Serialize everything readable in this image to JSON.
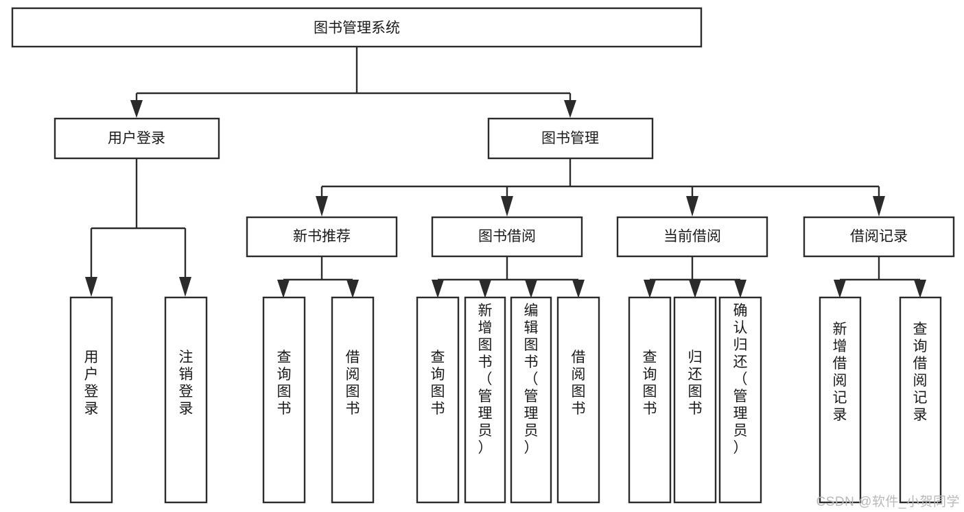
{
  "diagram": {
    "type": "tree-hierarchy",
    "title": "图书管理系统",
    "background_color": "#ffffff",
    "line_color": "#2b2b2b",
    "text_color": "#1a1a1a",
    "root": {
      "id": "root",
      "label": "图书管理系统",
      "orientation": "horizontal"
    },
    "level2": [
      {
        "id": "user-login",
        "label": "用户登录",
        "orientation": "horizontal"
      },
      {
        "id": "book-manage",
        "label": "图书管理",
        "orientation": "horizontal"
      }
    ],
    "level3": [
      {
        "id": "new-book-recommend",
        "label": "新书推荐",
        "orientation": "horizontal",
        "parent": "book-manage"
      },
      {
        "id": "book-borrow",
        "label": "图书借阅",
        "orientation": "horizontal",
        "parent": "book-manage"
      },
      {
        "id": "current-borrow",
        "label": "当前借阅",
        "orientation": "horizontal",
        "parent": "book-manage"
      },
      {
        "id": "borrow-record",
        "label": "借阅记录",
        "orientation": "horizontal",
        "parent": "book-manage"
      }
    ],
    "leaves": [
      {
        "id": "leaf-user-login",
        "label": "用户登录",
        "parent": "user-login",
        "orientation": "vertical"
      },
      {
        "id": "leaf-user-logout",
        "label": "注销登录",
        "parent": "user-login",
        "orientation": "vertical"
      },
      {
        "id": "leaf-query-book-1",
        "label": "查询图书",
        "parent": "new-book-recommend",
        "orientation": "vertical"
      },
      {
        "id": "leaf-borrow-book-1",
        "label": "借阅图书",
        "parent": "new-book-recommend",
        "orientation": "vertical"
      },
      {
        "id": "leaf-query-book-2",
        "label": "查询图书",
        "parent": "book-borrow",
        "orientation": "vertical"
      },
      {
        "id": "leaf-add-book",
        "label": "新增图书（管理员）",
        "parent": "book-borrow",
        "orientation": "vertical"
      },
      {
        "id": "leaf-edit-book",
        "label": "编辑图书（管理员）",
        "parent": "book-borrow",
        "orientation": "vertical"
      },
      {
        "id": "leaf-borrow-book-2",
        "label": "借阅图书",
        "parent": "book-borrow",
        "orientation": "vertical"
      },
      {
        "id": "leaf-query-book-3",
        "label": "查询图书",
        "parent": "current-borrow",
        "orientation": "vertical"
      },
      {
        "id": "leaf-return-book",
        "label": "归还图书",
        "parent": "current-borrow",
        "orientation": "vertical"
      },
      {
        "id": "leaf-confirm-return",
        "label": "确认归还（管理员）",
        "parent": "current-borrow",
        "orientation": "vertical"
      },
      {
        "id": "leaf-add-record",
        "label": "新增借阅记录",
        "parent": "borrow-record",
        "orientation": "vertical"
      },
      {
        "id": "leaf-query-record",
        "label": "查询借阅记录",
        "parent": "borrow-record",
        "orientation": "vertical"
      }
    ]
  },
  "watermark": {
    "text": "CSDN @软件_小贺同学",
    "color": "#b9b9b9"
  }
}
